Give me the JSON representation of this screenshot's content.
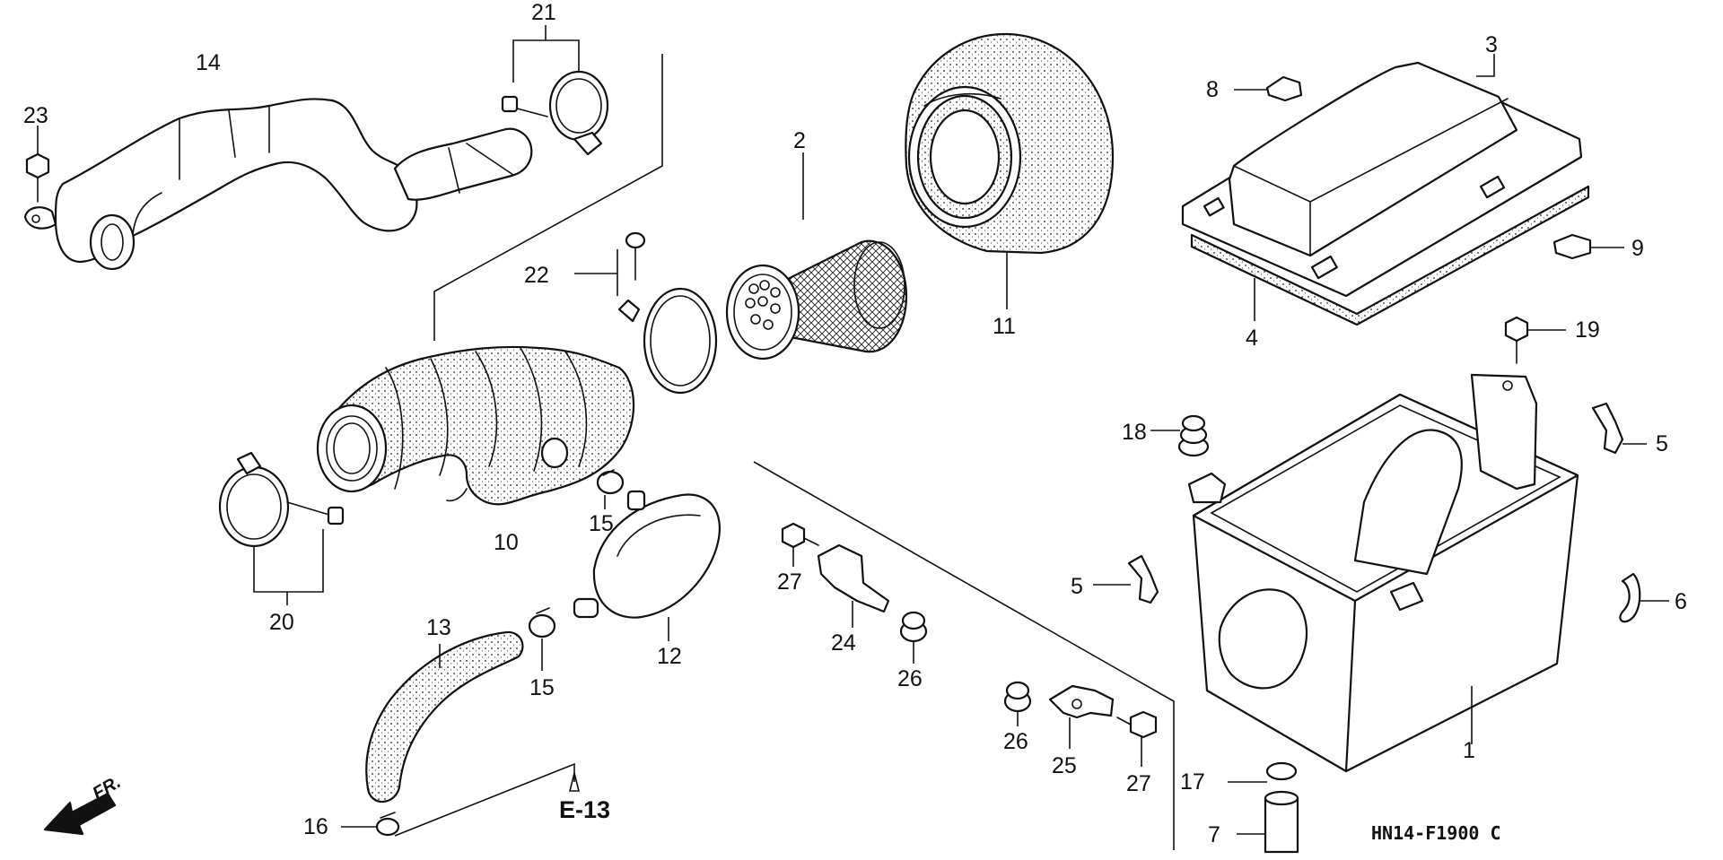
{
  "diagram": {
    "drawing_code": "HN14-F1900 C",
    "reference": "E-13",
    "direction_label": "FR.",
    "callouts": {
      "c1": "1",
      "c2": "2",
      "c3": "3",
      "c4": "4",
      "c5a": "5",
      "c5b": "5",
      "c6": "6",
      "c7": "7",
      "c8": "8",
      "c9": "9",
      "c10": "10",
      "c11": "11",
      "c12": "12",
      "c13": "13",
      "c14": "14",
      "c15a": "15",
      "c15b": "15",
      "c16": "16",
      "c17": "17",
      "c18": "18",
      "c19": "19",
      "c20": "20",
      "c21": "21",
      "c22": "22",
      "c23": "23",
      "c24": "24",
      "c25": "25",
      "c26a": "26",
      "c26b": "26",
      "c27a": "27",
      "c27b": "27"
    }
  }
}
